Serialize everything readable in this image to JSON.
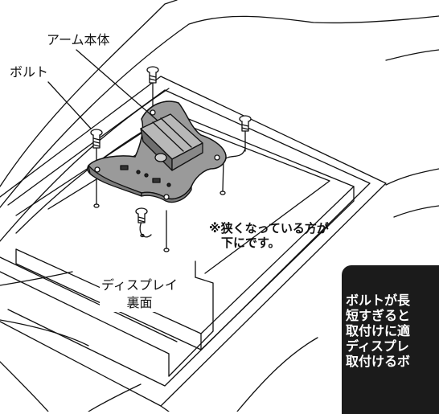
{
  "labels": {
    "arm_body": "アーム本体",
    "bolt": "ボルト",
    "narrow_side_line1": "※狭くなっている方が",
    "narrow_side_line2": "下にです。",
    "display_back_line1": "ディスプレイ",
    "display_back_line2": "裏面"
  },
  "note": {
    "lines": [
      "ボルトが長",
      "短すぎると",
      "取付けに適",
      "ディスプレ",
      "取付けるボ"
    ]
  }
}
